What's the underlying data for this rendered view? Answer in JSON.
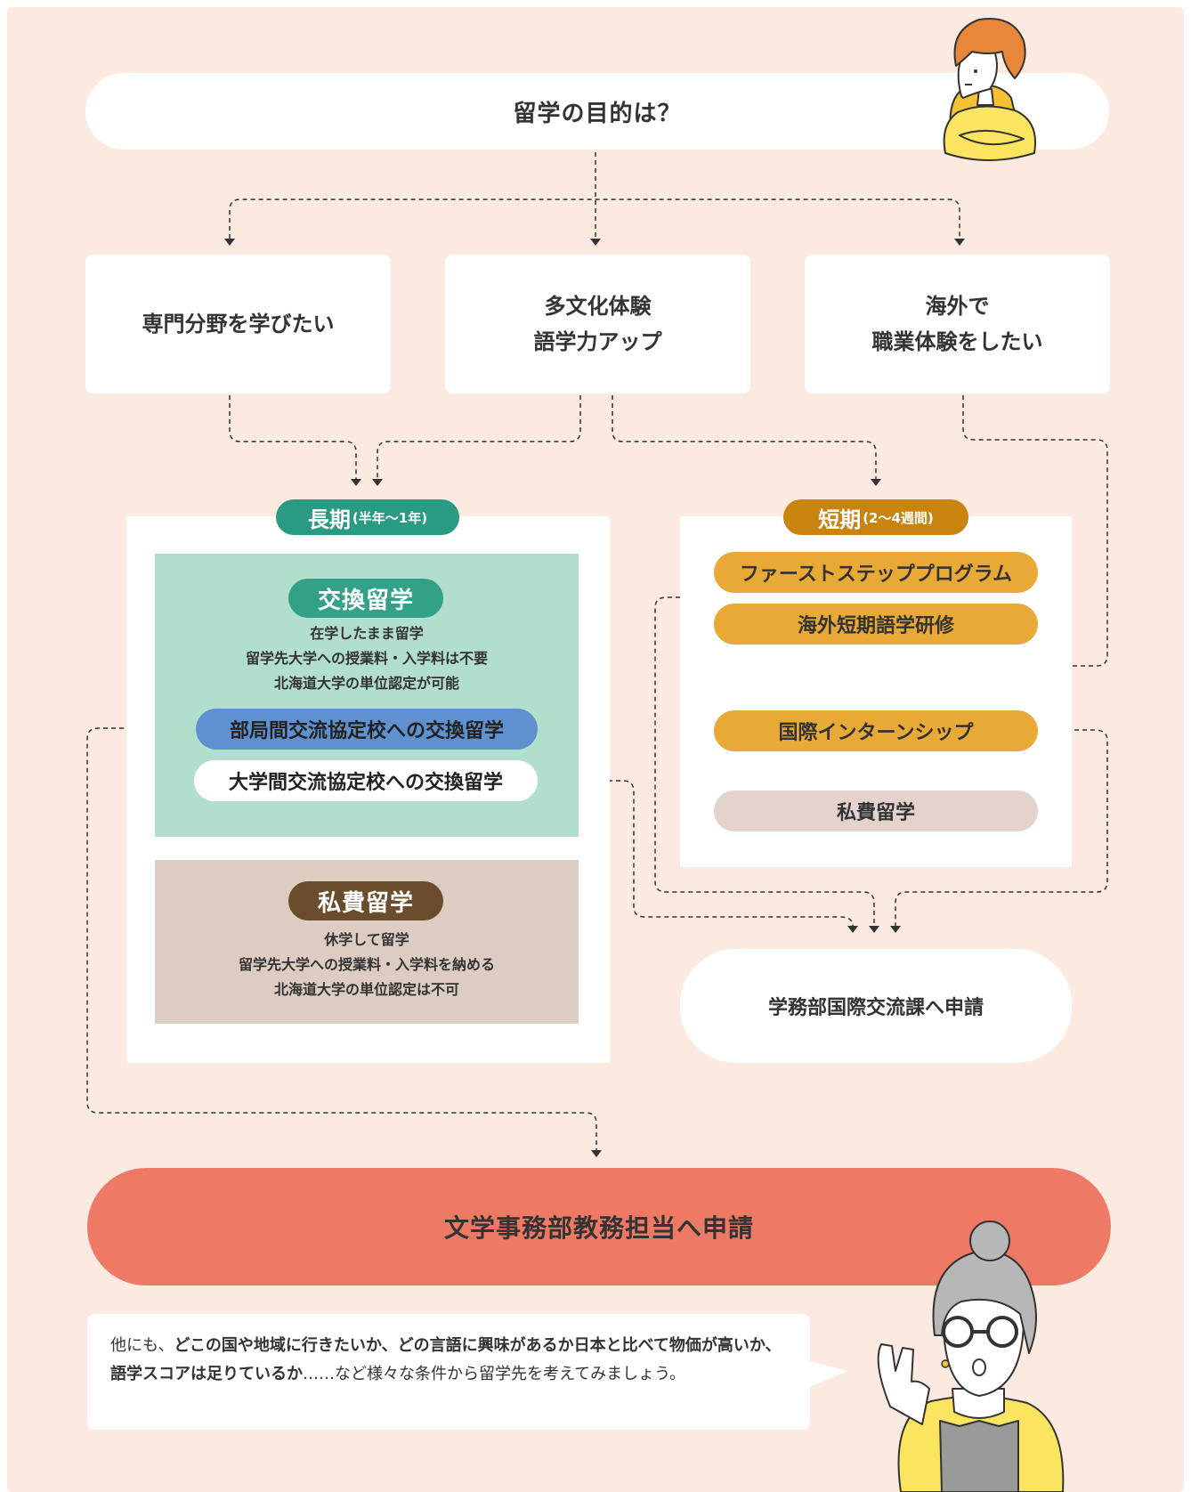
{
  "question": "留学の目的は？",
  "purposes": [
    "専門分野を学びたい",
    "多文化体験\n語学力アップ",
    "海外で\n職業体験をしたい"
  ],
  "long_term": {
    "label": "長期",
    "period": "(半年〜1年)",
    "exchange": {
      "title": "交換留学",
      "description": "在学したまま留学\n留学先大学への授業料・入学料は不要\n北海道大学の単位認定が可能",
      "options": [
        "部局間交流協定校への交換留学",
        "大学間交流協定校への交換留学"
      ]
    },
    "private": {
      "title": "私費留学",
      "description": "休学して留学\n留学先大学への授業料・入学料を納める\n北海道大学の単位認定は不可"
    }
  },
  "short_term": {
    "label": "短期",
    "period": "(2〜4週間)",
    "programs": [
      "ファーストステッププログラム",
      "海外短期語学研修"
    ],
    "internship": "国際インターンシップ",
    "private": "私費留学"
  },
  "apply_international": "学務部国際交流課へ申請",
  "apply_letters": "文学事務部教務担当へ申請",
  "note": {
    "prefix": "他にも、",
    "bold": "どこの国や地域に行きたいか、どの言語に興味があるか日本と比べて物価が高いか、語学スコアは足りているか",
    "suffix": "……など様々な条件から留学先を考えてみましょう。"
  },
  "colors": {
    "background": "#fce9df",
    "long_term": "#2b9a82",
    "short_term": "#c98310",
    "exchange_area": "#b2dfcb",
    "private_area": "#dcccc2",
    "department_exchange": "#5f90cf",
    "short_pills": "#e8a937",
    "apply_letters": "#ee7a66"
  }
}
